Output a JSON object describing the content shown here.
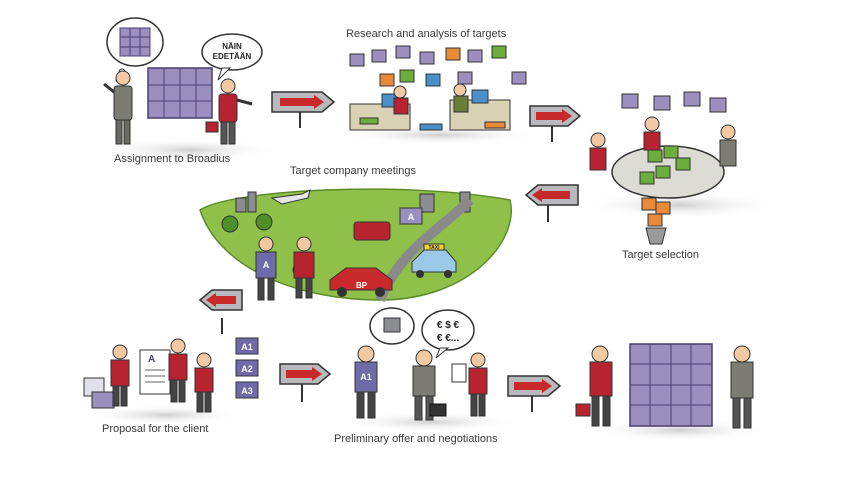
{
  "stages": [
    {
      "id": "assignment",
      "label": "Assignment to Broadius",
      "speech": [
        "NÄIN",
        "EDETÄÄN"
      ]
    },
    {
      "id": "research",
      "label": "Research and analysis of targets"
    },
    {
      "id": "selection",
      "label": "Target selection"
    },
    {
      "id": "meetings",
      "label": "Target company meetings",
      "car_tag": "BP",
      "taxi_tag": "TAXI",
      "person_tag": "A",
      "building_tag": "A"
    },
    {
      "id": "proposal",
      "label": "Proposal for the client",
      "pieces": [
        "A1",
        "A2",
        "A3"
      ],
      "sheet_tag": "A"
    },
    {
      "id": "offer",
      "label": "Preliminary offer and negotiations",
      "person_tag": "A1",
      "speech": [
        "€ $ €",
        "€ €..."
      ]
    },
    {
      "id": "final",
      "label": ""
    }
  ],
  "colors": {
    "puzzle_purple": "#9a8fbf",
    "puzzle_green": "#6cae3b",
    "puzzle_orange": "#e98a3a",
    "puzzle_blue": "#4a8fc9",
    "arrow_red": "#c8292a",
    "sign_grey": "#b8b9bd",
    "jacket_red": "#b82330",
    "suit_grey": "#7c7c73",
    "grass": "#8fc14a"
  }
}
